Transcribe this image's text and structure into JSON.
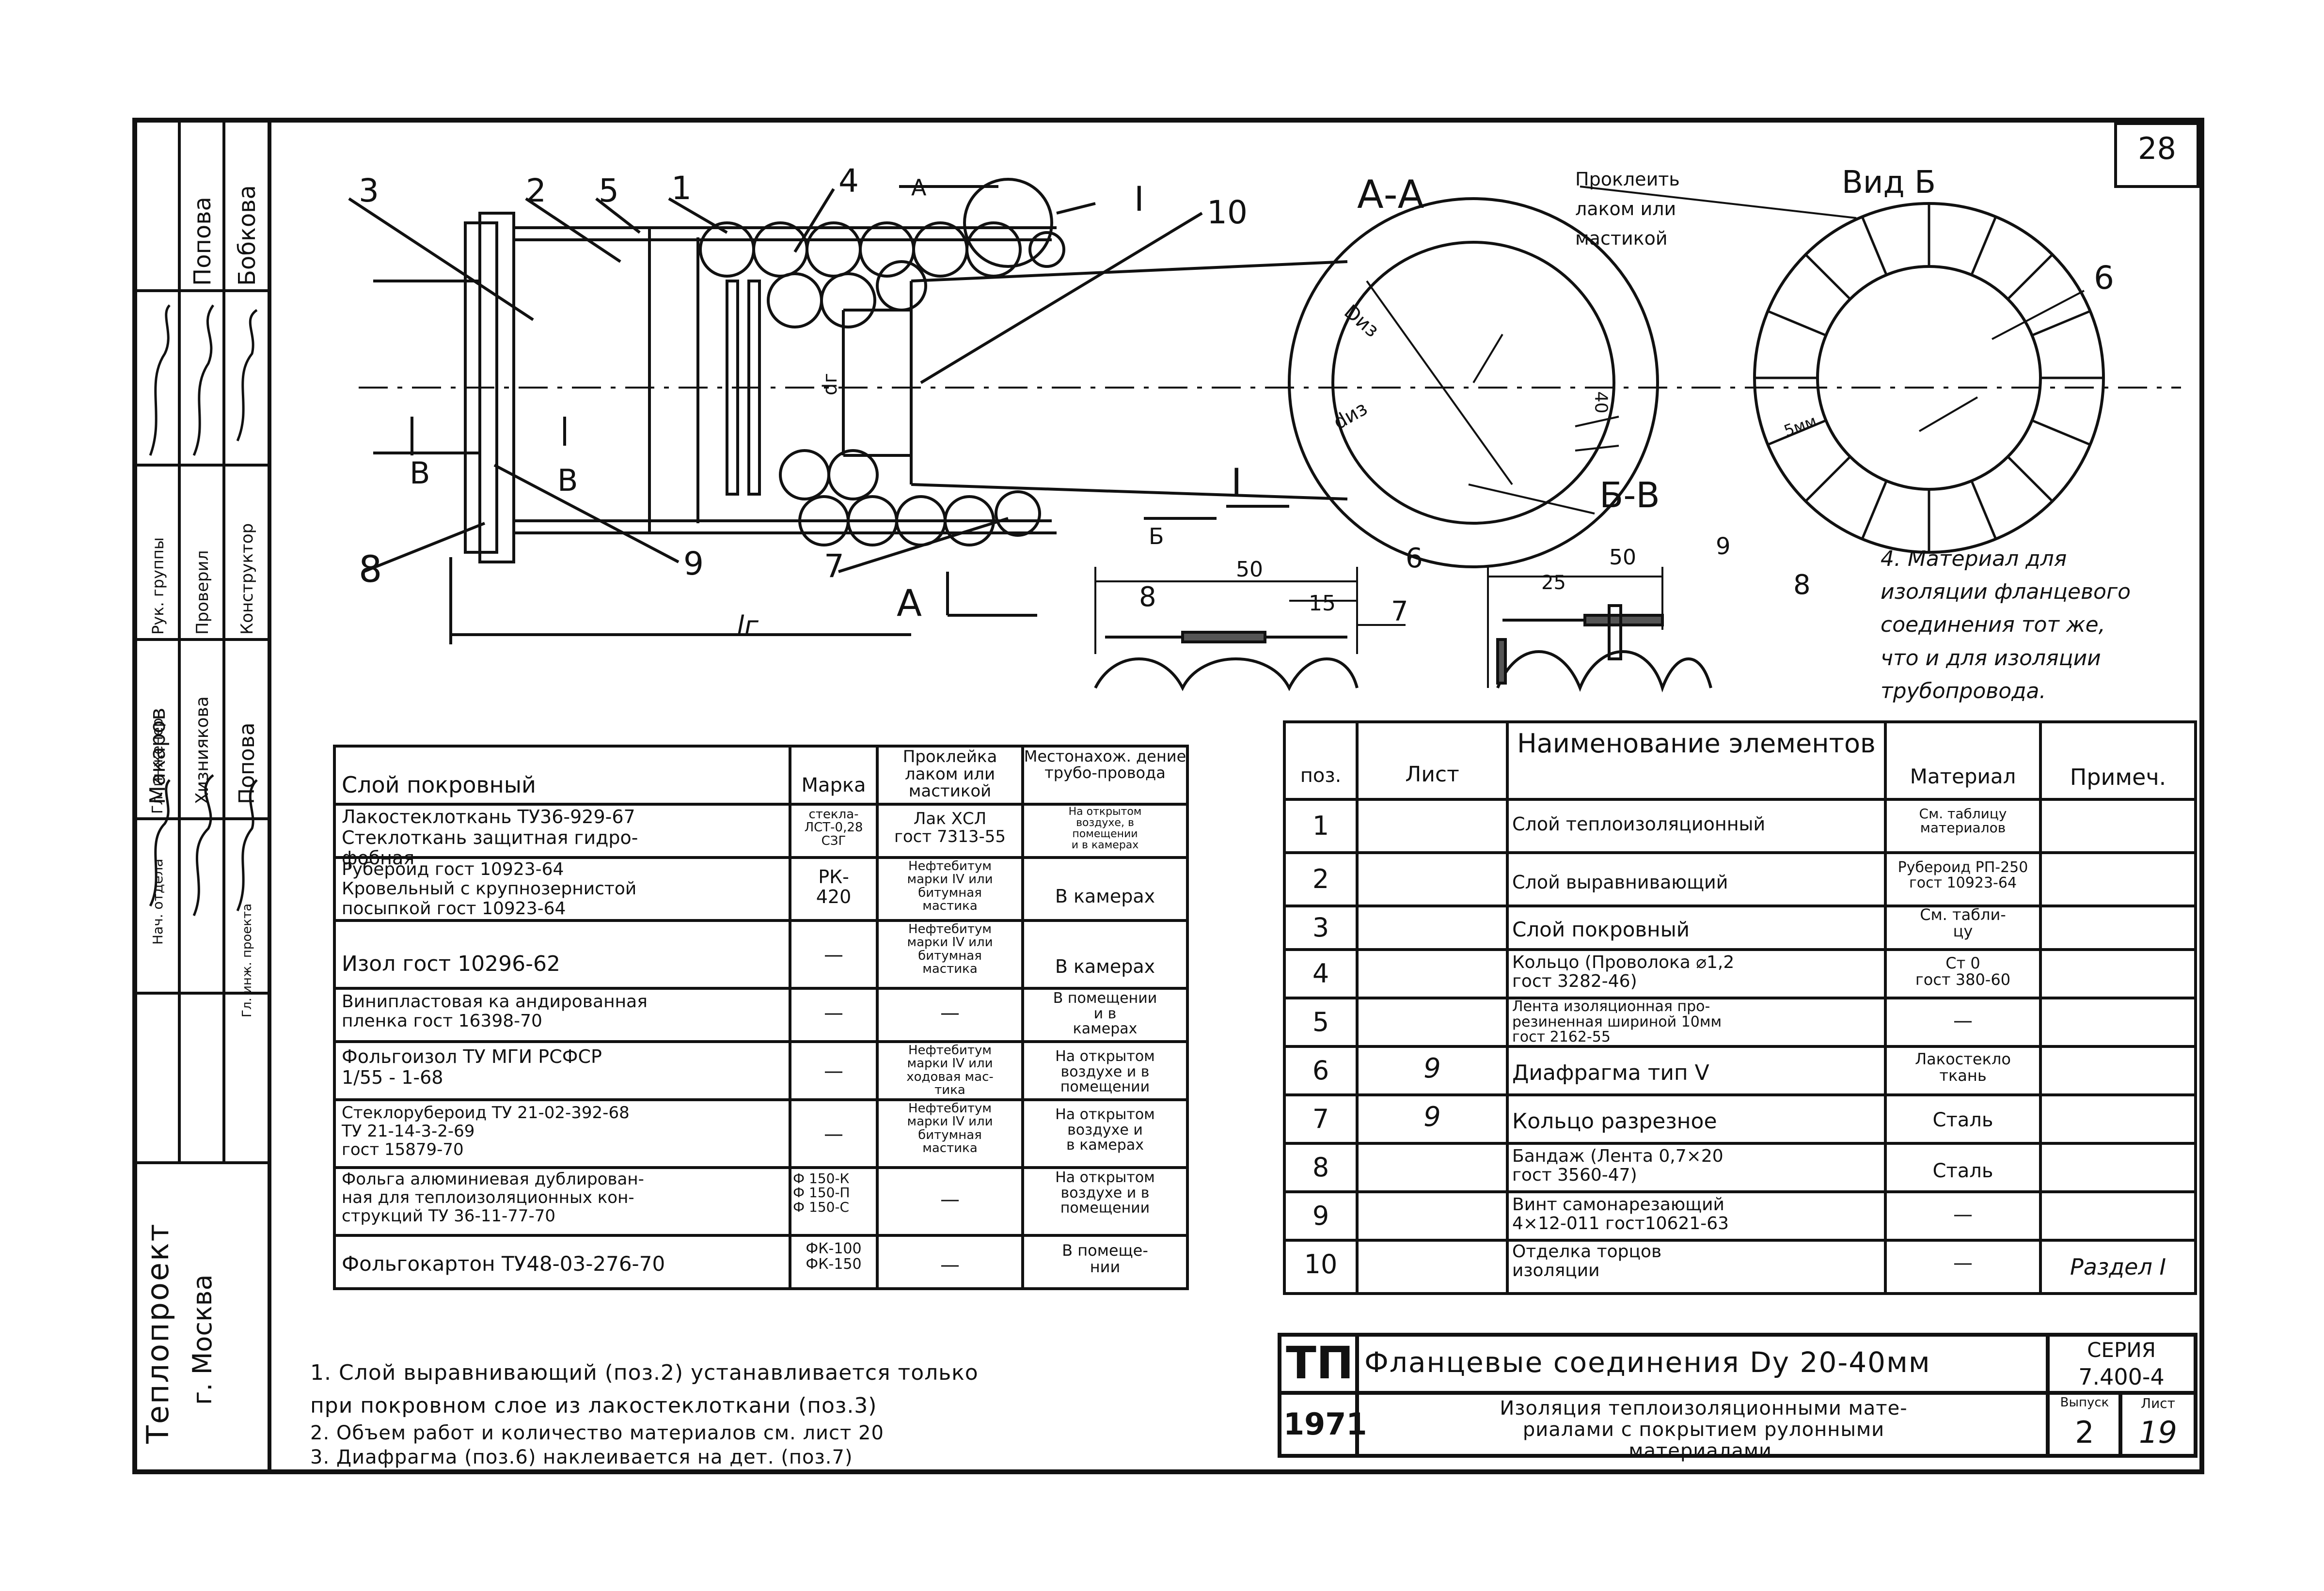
{
  "sheet": {
    "sheet_number": "28",
    "org": "Теплопроект",
    "city": "г. Москва",
    "staff": [
      {
        "role": "Гл. инженер",
        "name": "Макаров"
      },
      {
        "role": "Рук. группы",
        "name": "Попова"
      },
      {
        "role": "Нач. отдела",
        "name": "Хизниякова"
      },
      {
        "role": "Проверил",
        "name": "Попова"
      },
      {
        "role": "Гл. инж. проекта",
        "name": "Попова"
      },
      {
        "role": "Конструктор",
        "name": "Бобкова"
      }
    ]
  },
  "drawing": {
    "callouts": [
      "3",
      "2",
      "5",
      "1",
      "4",
      "I",
      "10",
      "8",
      "9",
      "7",
      "6"
    ],
    "section_marks": {
      "a": "А",
      "b": "Б",
      "v": "В",
      "detail": "I"
    },
    "dims": {
      "di": "dг",
      "lz": "lг",
      "d_out": "Dиз",
      "d_in": "dиз",
      "forty": "40",
      "five_mm": "5мм",
      "fifty": "50",
      "fifteen": "15",
      "twentyfive": "25"
    },
    "view_aa": "А-А",
    "view_b": "Вид Б",
    "view_bv": "Б-В",
    "glue_note": "Проклеить\nлаком или\nмастикой",
    "note4": "4. Материал для\nизоляции фланцевого\nсоединения тот же,\nчто и для изоляции\nтрубопровода."
  },
  "cover_table": {
    "headers": [
      "Слой покровный",
      "Марка",
      "Проклейка лаком или мастикой",
      "Местонахож. дение трубо-провода"
    ],
    "rows": [
      [
        "Лакостеклоткань ТУ36-929-67\nСтеклоткань защитная гидро-\nфобная",
        "стекла-\nЛСТ-0,28\nСЗГ",
        "Лак ХСЛ\nгост 7313-55",
        "На открытом\nвоздухе, в\nпомещении\nи в камерах"
      ],
      [
        "Рубероид гост 10923-64\nКровельный с крупнозернистой\nпосыпкой гост 10923-64",
        "РК-\n420",
        "Нефтебитум\nмарки IV или\nбитумная\nмастика",
        "В камерах"
      ],
      [
        "Изол гост 10296-62",
        "—",
        "Нефтебитум\nмарки IV или\nбитумная\nмастика",
        "В камерах"
      ],
      [
        "Винипластовая ка андированная\nпленка гост 16398-70",
        "—",
        "—",
        "В помещении\nи в\nкамерах"
      ],
      [
        "Фольгоизол ТУ МГИ РСФСР\n1/55 - 1-68",
        "—",
        "Нефтебитум\nмарки IV или\nходовая мас-\nтика",
        "На открытом\nвоздухе и в\nпомещении"
      ],
      [
        "Стеклорубероид  ТУ 21-02-392-68\nТУ 21-14-3-2-69\nгост 15879-70",
        "—",
        "Нефтебитум\nмарки IV или\nбитумная\nмастика",
        "На открытом\nвоздухе и\nв камерах"
      ],
      [
        "Фольга алюминиевая дублирован-\nная для теплоизоляционных кон-\nструкций  ТУ 36-11-77-70",
        "Ф 150-К\nФ 150-П\nФ 150-С",
        "—",
        "На открытом\nвоздухе и в\nпомещении"
      ],
      [
        "Фольгокартон ТУ48-03-276-70",
        "ФК-100\nФК-150",
        "—",
        "В помеще-\nнии"
      ]
    ]
  },
  "spec_table": {
    "headers": [
      "поз.",
      "Лист",
      "Наименование элементов",
      "Материал",
      "Примеч."
    ],
    "rows": [
      [
        "1",
        "",
        "Слой теплоизоляционный",
        "См. таблицу\nматериалов",
        ""
      ],
      [
        "2",
        "",
        "Слой выравнивающий",
        "Рубероид РП-250\nгост 10923-64",
        ""
      ],
      [
        "3",
        "",
        "Слой покровный",
        "См. табли-\nцу",
        ""
      ],
      [
        "4",
        "",
        "Кольцо (Проволока ⌀1,2\nгост 3282-46)",
        "Ст 0\nгост 380-60",
        ""
      ],
      [
        "5",
        "",
        "Лента изоляционная про-\nрезиненная шириной 10мм\nгост 2162-55",
        "—",
        ""
      ],
      [
        "6",
        "9",
        "Диафрагма тип V",
        "Лакостекло\nткань",
        ""
      ],
      [
        "7",
        "9",
        "Кольцо разрезное",
        "Сталь",
        ""
      ],
      [
        "8",
        "",
        "Бандаж (Лента 0,7×20\nгост 3560-47)",
        "Сталь",
        ""
      ],
      [
        "9",
        "",
        "Винт самонарезающий\n4×12-011 гост10621-63",
        "—",
        ""
      ],
      [
        "10",
        "",
        "Отделка торцов\nизоляции",
        "—",
        "Раздел I"
      ]
    ]
  },
  "notes": [
    "1. Слой выравнивающий (поз.2) устанавливается только\nпри покровном слое из лакостеклоткани (поз.3)",
    "2. Объем работ и количество материалов см. лист 20",
    "3. Диафрагма (поз.6) наклеивается на дет. (поз.7)"
  ],
  "title_block": {
    "logo_top": "ТП",
    "logo_year": "1971",
    "title1": "Фланцевые соединения Dу 20-40мм",
    "title2": "Изоляция теплоизоляционными мате-\nриалами с покрытием рулонными\nматериалами.",
    "series_label": "СЕРИЯ",
    "series": "7.400-4",
    "issue_label": "Выпуск",
    "issue": "2",
    "sheet_label": "Лист",
    "sheet": "19"
  }
}
